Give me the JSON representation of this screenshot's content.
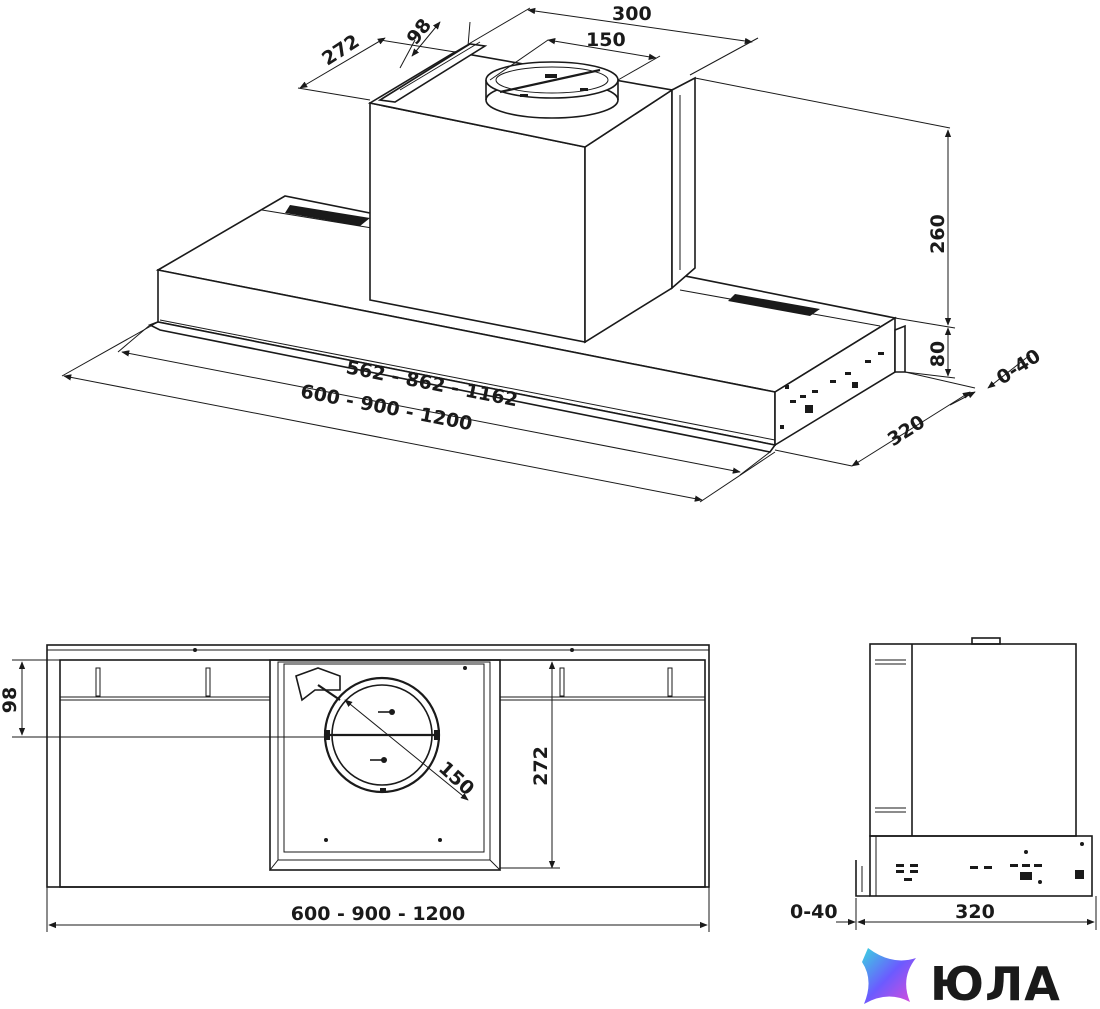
{
  "dimensions": {
    "iso_duct_width": "300",
    "iso_depth_top": "272",
    "iso_offset": "98",
    "iso_duct_diameter": "150",
    "iso_height_box": "260",
    "iso_height_body": "80",
    "iso_projection": "0-40",
    "iso_depth": "320",
    "iso_inner_width": "562  -  862  -  1162",
    "iso_outer_width": "600  -  900  -  1200",
    "plan_offset": "98",
    "plan_depth": "272",
    "plan_duct_diameter": "150",
    "plan_width": "600  -  900  -  1200",
    "side_projection": "0-40",
    "side_depth": "320"
  },
  "brand": {
    "logo_text": "ЮЛА",
    "logo_colors": [
      "#3ad4e0",
      "#6b5bff",
      "#e24bd8"
    ]
  }
}
